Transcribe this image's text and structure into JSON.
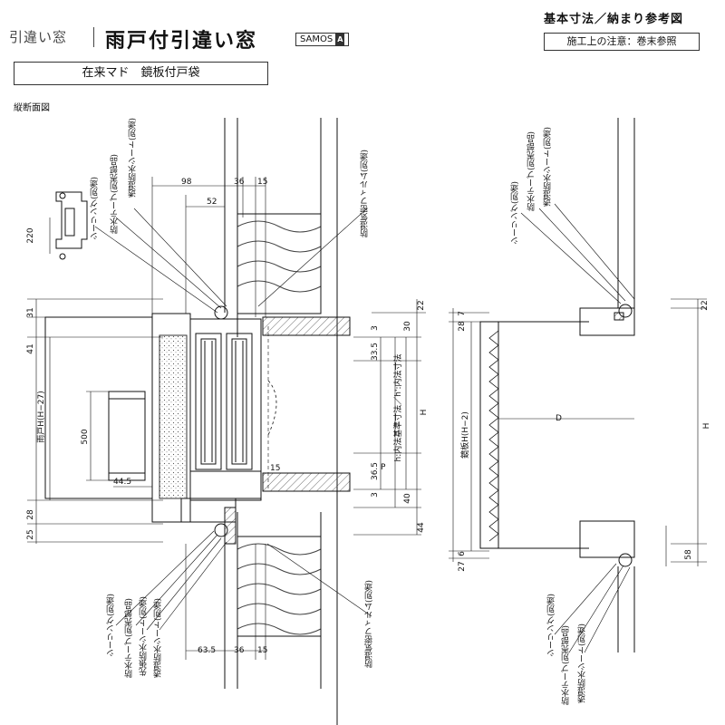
{
  "header": {
    "category": "引違い窓",
    "title": "雨戸付引違い窓",
    "badge_text": "SAMOS",
    "badge_letter": "A",
    "right_title": "基本寸法／納まり参考図",
    "note": "施工上の注意：巻末参照"
  },
  "subtitle": "在来マド　鏡板付戸袋",
  "section_label": "縦断面図",
  "left_callouts": {
    "top": [
      "シーリング(別途)",
      "防水テープ(別売部品)",
      "透湿防水シート(別途)"
    ],
    "top_right": "防湿気密フィルム(別途)",
    "bottom": [
      "シーリング(別途)",
      "防水テープ(別売部品)",
      "先張防水シート(別途)",
      "透湿防水シート(別途)"
    ],
    "bottom_right": "防湿気密フィルム(別途)"
  },
  "right_callouts": {
    "top": [
      "シーリング(別途)",
      "防水テープ(別売部品)",
      "透湿防水シート(別途)"
    ],
    "bottom": [
      "シーリング(別途)",
      "防水テープ(別売部品)",
      "透湿防水シート(別途)"
    ]
  },
  "dims_left": {
    "top_98": "98",
    "top_36": "36",
    "top_15": "15",
    "top_52": "52",
    "dim_220": "220",
    "d31": "31",
    "d41": "41",
    "d28": "28",
    "d25": "25",
    "d500": "500",
    "d44_5": "44.5",
    "amado_h": "雨戸H(H−27)",
    "r22": "22",
    "r30": "30",
    "r3a": "3",
    "r33_5": "33.5",
    "r36_5": "36.5",
    "r3b": "3",
    "r40": "40",
    "r44": "44",
    "r15": "15",
    "h_naiho": "h:内法基準寸法／h':内法寸法",
    "h_letter": "H",
    "p_letter": "P",
    "b63_5": "63.5",
    "b36": "36",
    "b15": "15"
  },
  "dims_right": {
    "d7": "7",
    "d28": "28",
    "d27": "27",
    "d6": "6",
    "kagami_h": "鏡板H(H−2)",
    "d_letter": "D",
    "h_letter": "H",
    "r22": "22",
    "r58": "58"
  }
}
